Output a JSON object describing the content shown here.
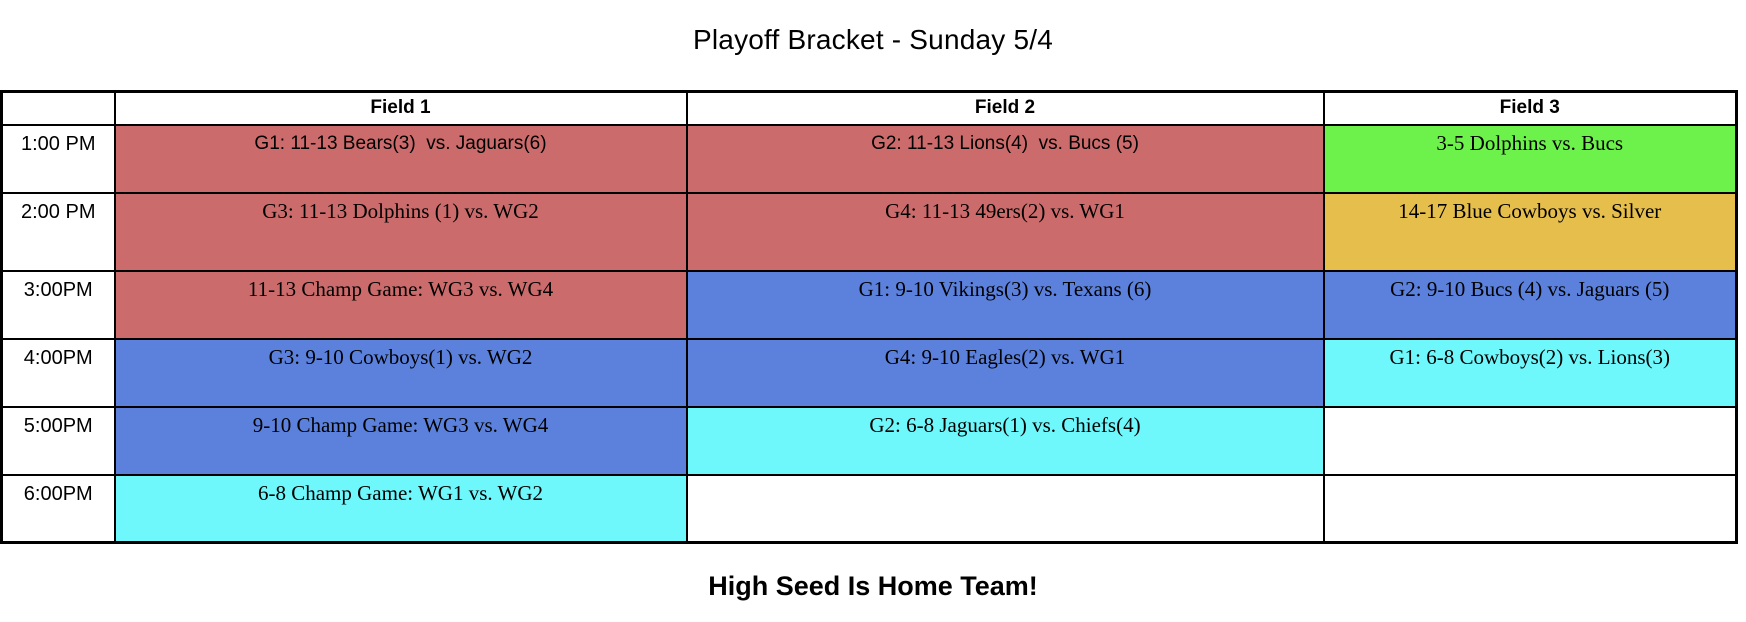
{
  "title": "Playoff Bracket - Sunday 5/4",
  "footer": "High Seed Is Home Team!",
  "palette": {
    "red": "#CC6B6B",
    "blue": "#5B81DC",
    "cyan": "#6EF8FC",
    "green": "#6DF24C",
    "gold": "#E6BE4C",
    "white": "#FFFFFF"
  },
  "schedule": {
    "columns": [
      "",
      "Field 1",
      "Field 2",
      "Field 3"
    ],
    "rows": [
      {
        "time": "1:00 PM",
        "cells": [
          {
            "text": "G1: 11-13 Bears(3)  vs. Jaguars(6)",
            "color": "red"
          },
          {
            "text": "G2: 11-13 Lions(4)  vs. Bucs (5)",
            "color": "red"
          },
          {
            "text": "3-5 Dolphins vs. Bucs",
            "color": "green"
          }
        ]
      },
      {
        "time": "2:00 PM",
        "cells": [
          {
            "text": "G3: 11-13 Dolphins (1) vs. WG2",
            "color": "red"
          },
          {
            "text": "G4: 11-13 49ers(2) vs. WG1",
            "color": "red"
          },
          {
            "text": "14-17 Blue Cowboys vs. Silver",
            "color": "gold"
          }
        ]
      },
      {
        "time": "3:00PM",
        "cells": [
          {
            "text": "11-13 Champ Game: WG3 vs. WG4",
            "color": "red"
          },
          {
            "text": "G1: 9-10 Vikings(3) vs. Texans (6)",
            "color": "blue"
          },
          {
            "text": "G2: 9-10 Bucs (4) vs. Jaguars (5)",
            "color": "blue"
          }
        ]
      },
      {
        "time": "4:00PM",
        "cells": [
          {
            "text": "G3: 9-10 Cowboys(1) vs. WG2",
            "color": "blue"
          },
          {
            "text": "G4: 9-10 Eagles(2) vs. WG1",
            "color": "blue"
          },
          {
            "text": "G1: 6-8 Cowboys(2) vs. Lions(3)",
            "color": "cyan"
          }
        ]
      },
      {
        "time": "5:00PM",
        "cells": [
          {
            "text": "9-10 Champ Game: WG3 vs. WG4",
            "color": "blue"
          },
          {
            "text": "G2: 6-8 Jaguars(1) vs. Chiefs(4)",
            "color": "cyan"
          },
          {
            "text": "",
            "color": "white"
          }
        ]
      },
      {
        "time": "6:00PM",
        "cells": [
          {
            "text": "6-8 Champ Game: WG1 vs. WG2",
            "color": "cyan"
          },
          {
            "text": "",
            "color": "white"
          },
          {
            "text": "",
            "color": "white"
          }
        ]
      }
    ]
  }
}
